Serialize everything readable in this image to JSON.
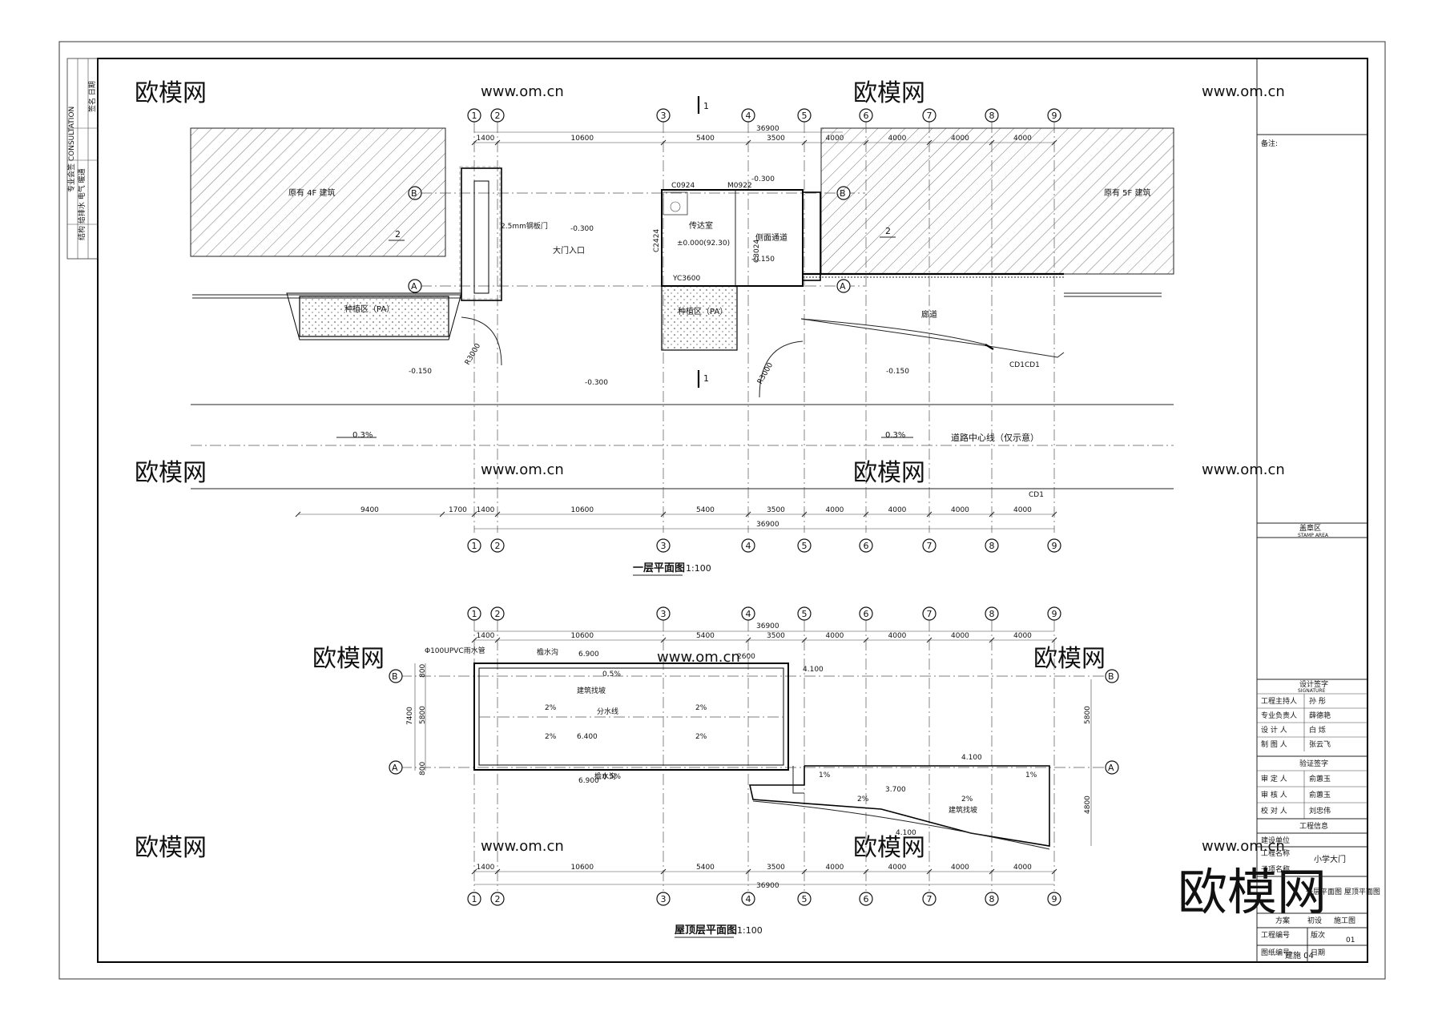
{
  "watermarks": {
    "cn": "欧模网",
    "url": "www.om.cn",
    "brand": "欧模网"
  },
  "plan1": {
    "title": "一层平面图",
    "scale": "1:100",
    "axes": [
      "1",
      "2",
      "3",
      "4",
      "5",
      "6",
      "7",
      "8",
      "9"
    ],
    "dims_top": [
      "1400",
      "10600",
      "5400",
      "3500",
      "4000",
      "4000",
      "4000",
      "4000"
    ],
    "dims_bottom_1": [
      "9400",
      "1700",
      "1400",
      "10600",
      "5400",
      "3500",
      "4000",
      "4000",
      "4000",
      "4000"
    ],
    "total": "36900",
    "rows": [
      "B",
      "A"
    ],
    "labels": {
      "left_building": "原有 4F 建筑",
      "right_building": "原有 5F 建筑",
      "gate": "大门入口",
      "guard": "传达室",
      "side_corridor": "侧面通道",
      "corridor": "廊道",
      "road_center": "道路中心线（仅示意）",
      "planter_left": "种植区（PA）",
      "planter_mid": "种植区（PA）",
      "slope_left": "0.3%",
      "slope_right": "0.3%",
      "lvl_a": "-0.300",
      "lvl_b": "-0.150",
      "lvl_c": "±0.000(92.30)",
      "cd": "CD1",
      "cd2": "CD1CD1",
      "yc": "YC3600",
      "c0924": "C0924",
      "m0922": "M0922",
      "c2424": "C2424",
      "c3024": "C3024",
      "radius": "R3000",
      "door_note": "2.5mm钢板门",
      "ref_1": "1",
      "ref_2": "2"
    }
  },
  "plan2": {
    "title": "屋顶层平面图",
    "scale": "1:100",
    "dims_top": [
      "1400",
      "10600",
      "5400",
      "3500",
      "4000",
      "4000",
      "4000",
      "4000"
    ],
    "total": "36900",
    "labels": {
      "pipe": "Φ100UPVC雨水管",
      "gutter": "檐水沟",
      "lvl_1": "6.900",
      "lvl_2": "6.400",
      "lvl_3": "4.100",
      "lvl_4": "3.700",
      "slope_05": "0.5%",
      "slope_2": "2%",
      "slope_1": "1%",
      "ridge": "分水线",
      "roof": "建筑找坡",
      "dim_2600": "2600",
      "side_left": [
        "800",
        "5800",
        "800"
      ],
      "side_left_total": "7400",
      "side_right": "5800",
      "side_right2": "4800"
    }
  },
  "titleblock": {
    "notes_label": "备注:",
    "stamp_area": "盖章区",
    "stamp_area_en": "STAMP AREA",
    "design_sign": "设计签字",
    "design_sign_en": "SIGNATURE",
    "rows": [
      {
        "role": "工程主持人",
        "name": "孙 彤"
      },
      {
        "role": "专业负责人",
        "name": "薛德艳"
      },
      {
        "role": "设 计 人",
        "name": "白 烁"
      },
      {
        "role": "制 图 人",
        "name": "张云飞"
      }
    ],
    "verify_sign": "验证签字",
    "verify_rows": [
      {
        "role": "审 定 人",
        "name": "俞蕙玉"
      },
      {
        "role": "审 核 人",
        "name": "俞蕙玉"
      },
      {
        "role": "校 对 人",
        "name": "刘忠伟"
      }
    ],
    "project_info": "工程信息",
    "client": "建设单位",
    "project_name_label": "工程名称",
    "project_name": "小学大门",
    "sub_label": "子项名称",
    "drawing_title": "一层平面图 屋顶平面图",
    "phase_opts": [
      "方案",
      "初设",
      "施工图"
    ],
    "project_no_label": "工程编号",
    "version_label": "版次",
    "version": "01",
    "drawing_no_label": "图纸编号",
    "drawing_no": "建施 04",
    "date_label": "日期"
  },
  "left_strip": {
    "row1": "专业会签 CONSULTATION",
    "row2": "结构 给排水 电气 暖通",
    "row3": "签名 日期"
  }
}
